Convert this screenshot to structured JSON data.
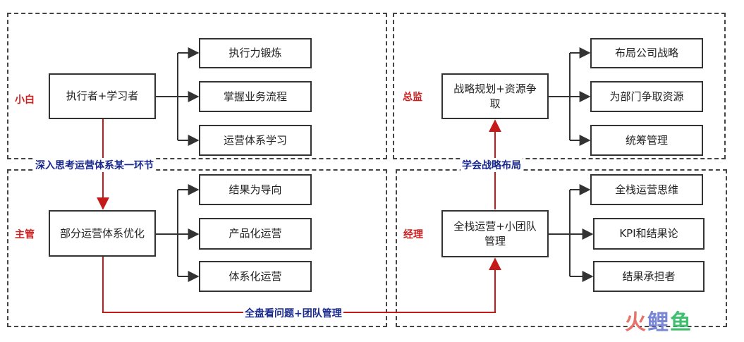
{
  "roles": {
    "xiaobai": "小白",
    "zhuguan": "主管",
    "zongjian": "总监",
    "jingli": "经理"
  },
  "main_nodes": {
    "xiaobai": "执行者+学习者",
    "zhuguan": "部分运营体系优化",
    "zongjian": "战略规划+资源争取",
    "jingli": "全栈运营+小团队管理"
  },
  "branches": {
    "xiaobai": [
      "执行力锻炼",
      "掌握业务流程",
      "运营体系学习"
    ],
    "zhuguan": [
      "结果为导向",
      "产品化运营",
      "体系化运营"
    ],
    "zongjian": [
      "布局公司战略",
      "为部门争取资源",
      "统筹管理"
    ],
    "jingli": [
      "全栈运营思维",
      "KPI和结果论",
      "结果承担者"
    ]
  },
  "transitions": {
    "to_zhuguan": "深入思考运营体系某一环节",
    "to_jingli": "全盘看问题+团队管理",
    "to_zongjian": "学会战略布局"
  },
  "colors": {
    "role_text": "#cc1f1f",
    "transition_text": "#1a2a8c",
    "flow_arrow": "#c41a1a",
    "branch_arrow": "#333333"
  },
  "watermark": {
    "chars": [
      "火",
      "鲤",
      "鱼"
    ],
    "colors": [
      "#e8736a",
      "#7a86d6",
      "#3fbf6f"
    ]
  }
}
